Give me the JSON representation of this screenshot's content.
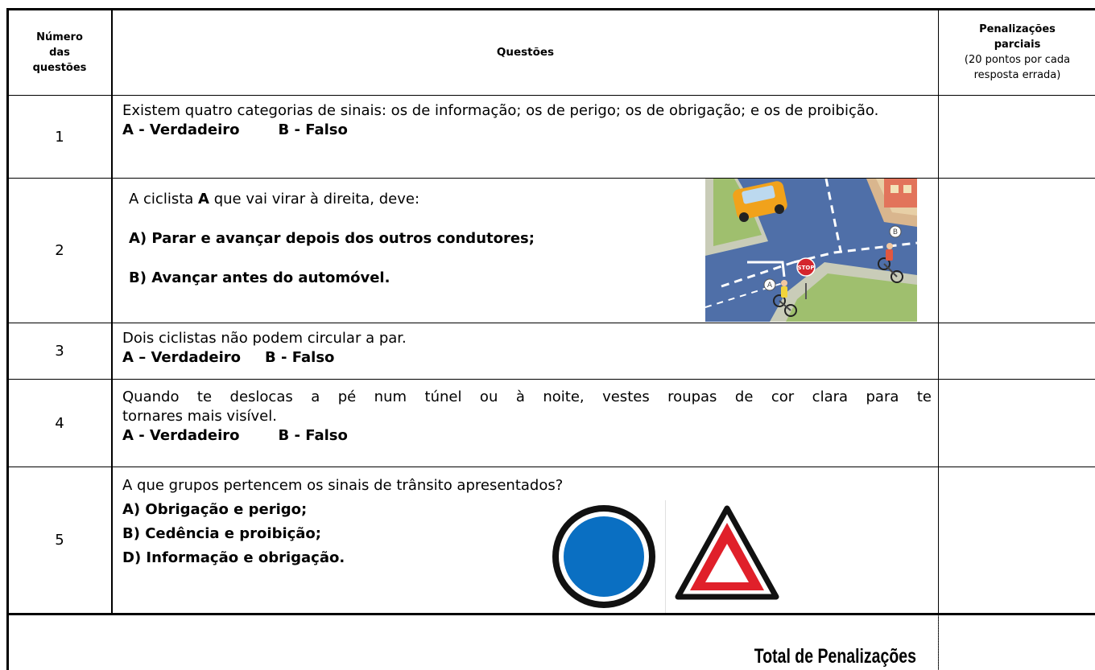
{
  "header": {
    "number_col": [
      "Número",
      "das",
      "questões"
    ],
    "questions_col": "Questões",
    "penalties_col_title": [
      "Penalizações",
      "parciais"
    ],
    "penalties_col_note": [
      "(20 pontos por cada",
      "resposta errada)"
    ]
  },
  "questions": [
    {
      "number": "1",
      "text": "Existem quatro categorias de sinais: os de informação; os de perigo; os de obrigação; e os de proibição.",
      "option_a": "A - Verdadeiro",
      "option_b": "B - Falso"
    },
    {
      "number": "2",
      "text_before": "A ciclista ",
      "text_bold": "A",
      "text_after": " que vai virar à direita, deve:",
      "option_a": "A) Parar e avançar depois dos outros condutores;",
      "option_b": "B) Avançar antes do automóvel.",
      "image_labels": {
        "cyclist_a": "A",
        "cyclist_b": "B",
        "stop_sign": "STOP"
      }
    },
    {
      "number": "3",
      "text": "Dois ciclistas não podem circular a par.",
      "option_a": "A – Verdadeiro",
      "option_b": "B - Falso"
    },
    {
      "number": "4",
      "line1": "Quando te deslocas a pé num túnel ou à noite, vestes roupas de cor clara para te",
      "line2": "tornares mais visível.",
      "option_a": "A - Verdadeiro",
      "option_b": "B - Falso"
    },
    {
      "number": "5",
      "text": "A que grupos pertencem os sinais de trânsito apresentados?",
      "option_a": "A) Obrigação e perigo;",
      "option_b": "B) Cedência e proibição;",
      "option_d": "D) Informação e obrigação.",
      "signs": [
        "blue-circle-sign",
        "red-triangle-warning-sign"
      ]
    }
  ],
  "total_label": "Total de Penalizações",
  "colors": {
    "border": "#000000",
    "sign_blue": "#0a6fc2",
    "sign_red": "#e0202a",
    "road": "#4f6fa8"
  }
}
